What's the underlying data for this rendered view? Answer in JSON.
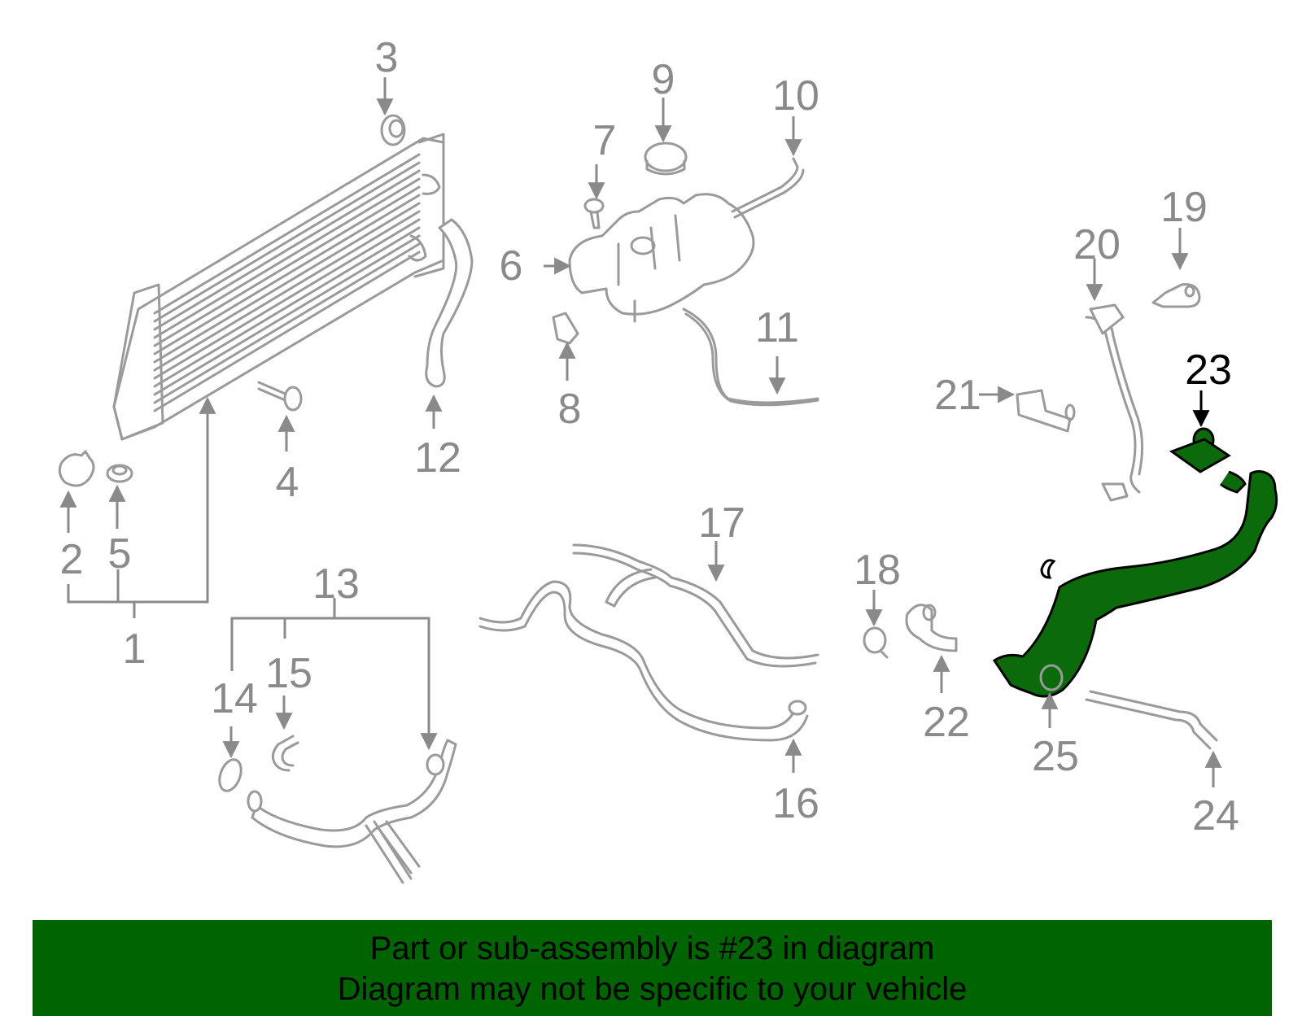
{
  "diagram": {
    "callouts": [
      "1",
      "2",
      "3",
      "4",
      "5",
      "6",
      "7",
      "8",
      "9",
      "10",
      "11",
      "12",
      "13",
      "14",
      "15",
      "16",
      "17",
      "18",
      "19",
      "20",
      "21",
      "22",
      "23",
      "24",
      "25"
    ],
    "highlighted_part": "23",
    "colors": {
      "line": "#9a9a9a",
      "label": "#8a8a8a",
      "highlight": "#0b6b0b",
      "highlight_label": "#000000",
      "banner": "#006400"
    }
  },
  "banner": {
    "line1": "Part or sub-assembly is #23 in diagram",
    "line2": "Diagram may not be specific to your vehicle"
  }
}
